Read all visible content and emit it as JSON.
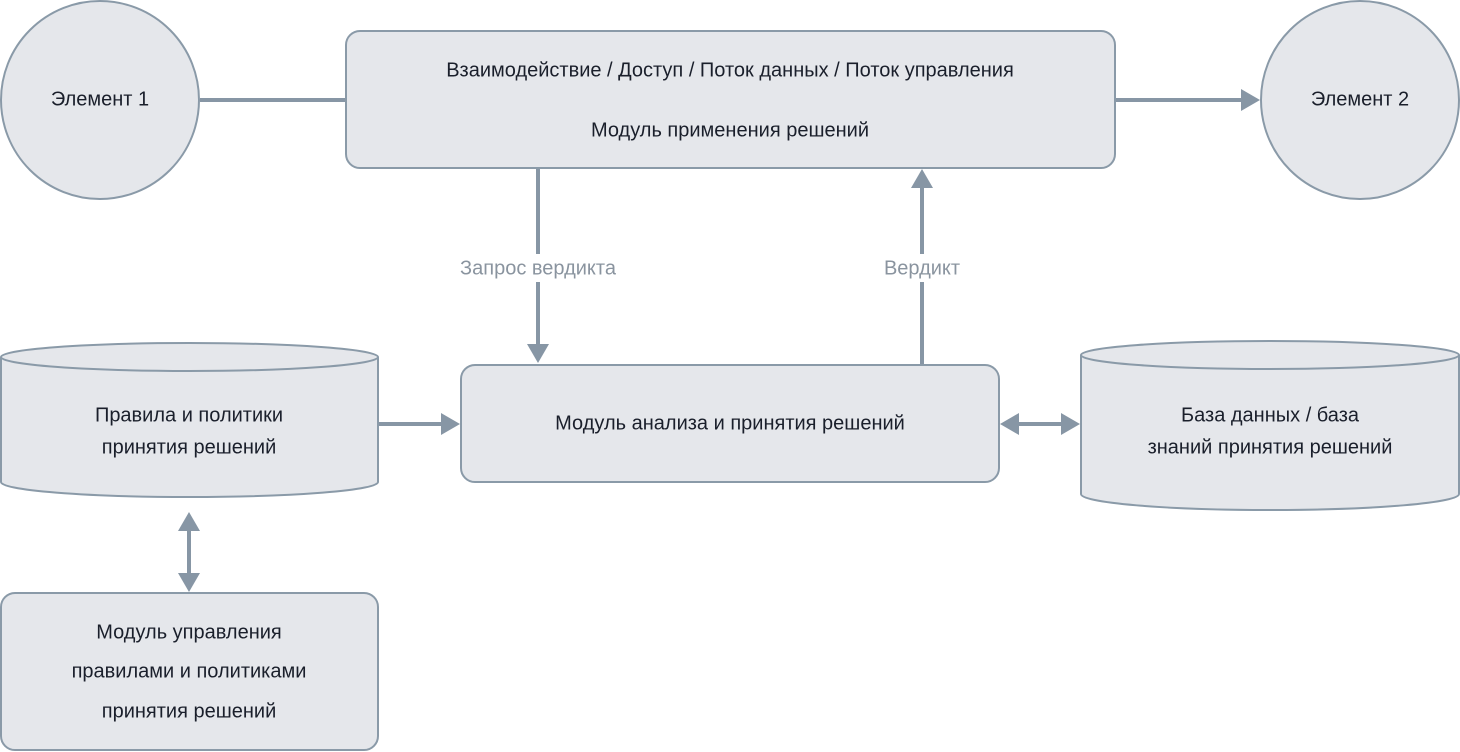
{
  "nodes": {
    "element1": "Элемент 1",
    "element2": "Элемент 2",
    "enforcement": {
      "line1": "Взаимодействие / Доступ / Поток данных / Поток управления",
      "line2": "Модуль применения решений"
    },
    "analysis": "Модуль анализа и принятия решений",
    "rules": {
      "line1": "Правила и политики",
      "line2": "принятия решений"
    },
    "database": {
      "line1": "База данных / база",
      "line2": "знаний принятия решений"
    },
    "rules_mgmt": {
      "line1": "Модуль управления",
      "line2": "правилами и политиками",
      "line3": "принятия решений"
    }
  },
  "edges": {
    "request": "Запрос вердикта",
    "verdict": "Вердикт"
  },
  "colors": {
    "fill": "#e5e7eb",
    "stroke": "#8a9aa8",
    "arrow": "#8796a5"
  }
}
